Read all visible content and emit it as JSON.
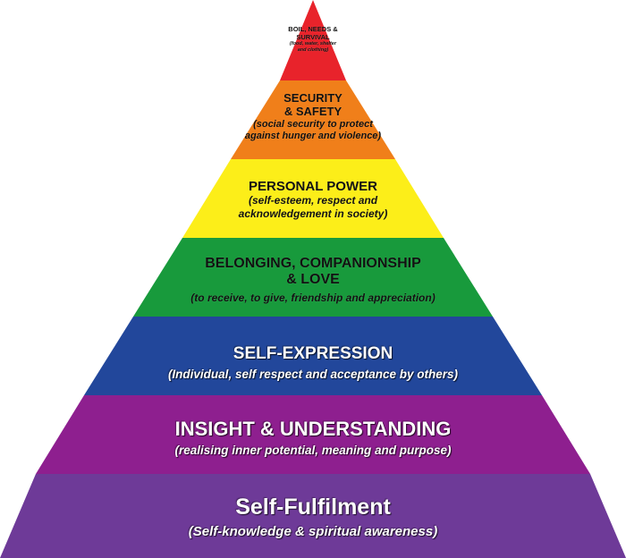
{
  "pyramid": {
    "levels": [
      {
        "title_lines": [
          "BOIL, NEEDS &",
          "SURVIVAL"
        ],
        "description_lines": [
          "(food, water, shelter",
          "and clothing)"
        ],
        "color": "#e8232b"
      },
      {
        "title_lines": [
          "SECURITY",
          "& SAFETY"
        ],
        "description_lines": [
          "(social security to protect",
          "against hunger and violence)"
        ],
        "color": "#f07f1a"
      },
      {
        "title_lines": [
          "PERSONAL POWER"
        ],
        "description_lines": [
          "(self-esteem, respect and",
          "acknowledgement in society)"
        ],
        "color": "#fcee19"
      },
      {
        "title_lines": [
          "BELONGING, COMPANIONSHIP",
          "& LOVE"
        ],
        "description_lines": [
          "(to receive, to give, friendship and appreciation)"
        ],
        "color": "#189a3c"
      },
      {
        "title_lines": [
          "SELF-EXPRESSION"
        ],
        "description_lines": [
          "(Individual, self respect and acceptance by others)"
        ],
        "color": "#22479b"
      },
      {
        "title_lines": [
          "INSIGHT & UNDERSTANDING"
        ],
        "description_lines": [
          "(realising inner potential, meaning and purpose)"
        ],
        "color": "#8e1f8f"
      },
      {
        "title_lines": [
          "Self-Fulfilment"
        ],
        "description_lines": [
          "(Self-knowledge & spiritual awareness)"
        ],
        "color": "#6e3a98"
      }
    ]
  }
}
